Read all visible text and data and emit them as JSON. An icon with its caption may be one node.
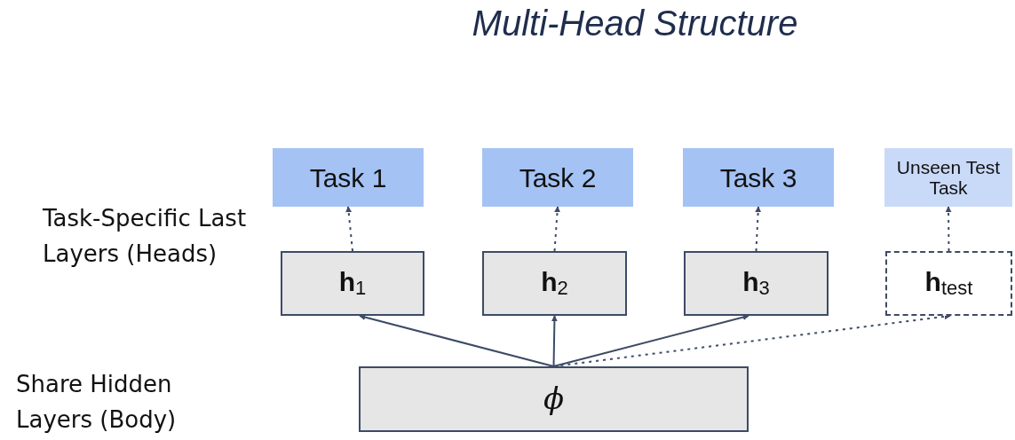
{
  "diagram": {
    "title": "Multi-Head Structure",
    "nodes": [
      {
        "text": [
          "Task 1"
        ]
      },
      {
        "text": [
          "Task 2"
        ]
      },
      {
        "text": [
          "Task 3"
        ]
      },
      {
        "text": [
          "Unseen Test Task"
        ]
      },
      {
        "text": [
          "**h**$_{1}$"
        ]
      },
      {
        "text": [
          "**h**$_{2}$"
        ]
      },
      {
        "text": [
          "**h**$_{3}$"
        ]
      },
      {
        "text": [
          "**h**$_{test}$"
        ]
      },
      {
        "text": [
          "ϕ"
        ]
      }
    ],
    "edges": [
      {
        "from": 4,
        "to": 0,
        "arrow": "to",
        "style": "dashed"
      },
      {
        "from": 5,
        "to": 1,
        "arrow": "to",
        "style": "dashed"
      },
      {
        "from": 6,
        "to": 2,
        "arrow": "to",
        "style": "dashed"
      },
      {
        "from": 7,
        "to": 3,
        "arrow": "to",
        "style": "dashed"
      },
      {
        "from": 8,
        "to": 4,
        "arrow": "to"
      },
      {
        "from": 8,
        "to": 5,
        "arrow": "to"
      },
      {
        "from": 8,
        "to": 6,
        "arrow": "to"
      },
      {
        "from": 8,
        "to": 7,
        "arrow": "to",
        "style": "dashed"
      }
    ],
    "labels": [
      "Task-Specific Last Layers (Heads)",
      "Share Hidden Layers (Body)"
    ]
  }
}
